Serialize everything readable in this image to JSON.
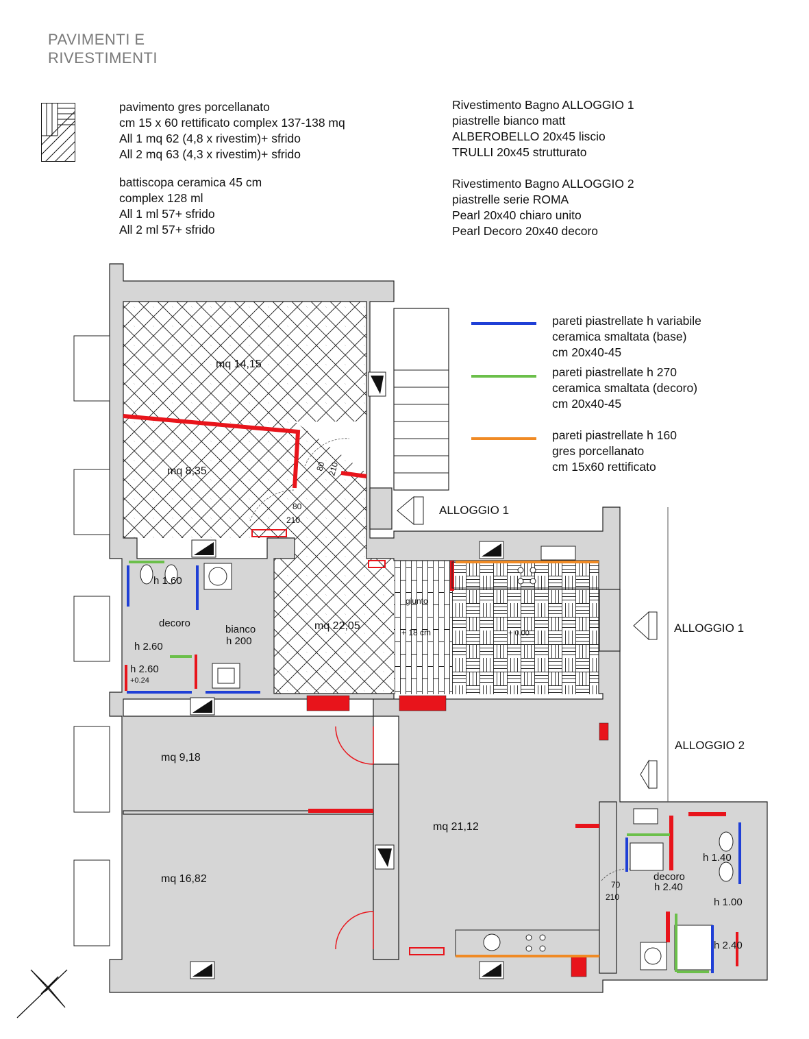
{
  "header": {
    "title_line1": "PAVIMENTI E",
    "title_line2": "RIVESTIMENTI"
  },
  "legend_pavimento": {
    "lines": [
      "pavimento gres porcellanato",
      "cm 15 x 60 rettificato  complex 137-138 mq",
      "All 1 mq 62 (4,8 x rivestim)+ sfrido",
      "All 2 mq 63 (4,3 x rivestim)+ sfrido"
    ]
  },
  "legend_battiscopa": {
    "lines": [
      "battiscopa ceramica 45 cm",
      "complex 128 ml",
      "All 1 ml 57+ sfrido",
      "All 2 ml 57+ sfrido"
    ]
  },
  "rivestimento_1": {
    "lines": [
      "Rivestimento Bagno ALLOGGIO 1",
      "piastrelle bianco matt",
      "ALBEROBELLO 20x45 liscio",
      "TRULLI 20x45 strutturato"
    ]
  },
  "rivestimento_2": {
    "lines": [
      "Rivestimento Bagno ALLOGGIO 2",
      "piastrelle serie ROMA",
      "Pearl 20x40 chiaro unito",
      "Pearl Decoro 20x40 decoro"
    ]
  },
  "wall_legend": {
    "items": [
      {
        "color": "#1f3fd6",
        "lines": [
          "pareti piastrellate h variabile",
          "ceramica smaltata (base)",
          "cm 20x40-45"
        ]
      },
      {
        "color": "#6bbf4a",
        "lines": [
          "pareti piastrellate h 270",
          "ceramica smaltata (decoro)",
          "cm 20x40-45"
        ]
      },
      {
        "color": "#f08a24",
        "lines": [
          "pareti piastrellate h 160",
          "gres porcellanato",
          "cm 15x60 rettificato"
        ]
      }
    ]
  },
  "colors": {
    "wall": "#d6d6d6",
    "wall_stroke": "#222222",
    "red": "#e8141b",
    "blue": "#1f3fd6",
    "green": "#6bbf4a",
    "orange": "#f08a24"
  },
  "plan": {
    "rooms": {
      "r1": "mq 14,15",
      "r2": "mq 8,35",
      "r3": "mq 22,05",
      "r4": "mq 9,18",
      "r5": "mq 16,82",
      "r6": "mq 21,12"
    },
    "door_labels": {
      "d1_w": "80",
      "d1_h": "210",
      "d2_w": "80",
      "d2_h": "210",
      "d3_w": "70",
      "d3_h": "210"
    },
    "bath1": {
      "h160": "h 1.60",
      "decoro": "decoro",
      "h260a": "h 2.60",
      "bianco": "bianco",
      "h200": "h 200",
      "h260b": "h 2.60",
      "level": "+0.24"
    },
    "bath2": {
      "h140": "h 1.40",
      "decoro": "decoro",
      "h240a": "h 2.40",
      "h100": "h 1.00",
      "h240b": "h 2.40"
    },
    "giunto": "giunto",
    "plus18": "+ 18 cm",
    "level000": "+ 0.00",
    "alloggio_labels": [
      "ALLOGGIO 1",
      "ALLOGGIO 1",
      "ALLOGGIO 2"
    ]
  }
}
